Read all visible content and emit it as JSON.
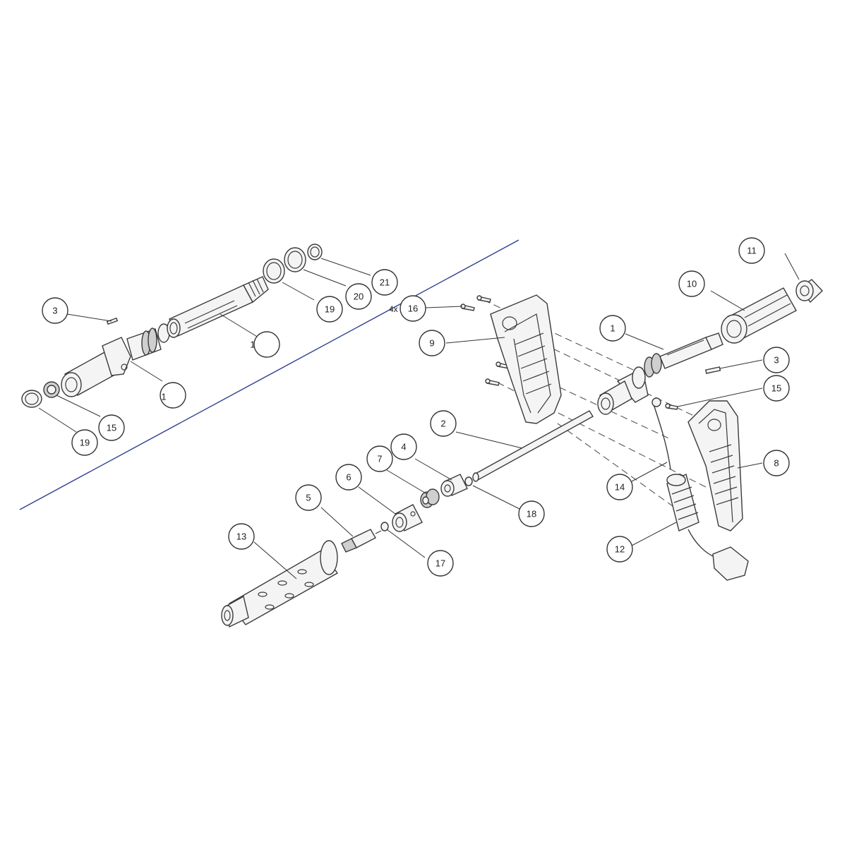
{
  "colors": {
    "divider": "#2f3f8f",
    "line": "#333333",
    "part_fill": "#f4f4f4"
  },
  "quantity_prefix": "4x",
  "callouts": {
    "c1_detail_top": "1",
    "c1_detail_bottom": "1",
    "c3_detail": "3",
    "c15_detail": "15",
    "c19_detail_left": "19",
    "c19_detail_right": "19",
    "c20_detail": "20",
    "c21_detail": "21",
    "c1_main": "1",
    "c2": "2",
    "c3_main": "3",
    "c4": "4",
    "c5": "5",
    "c6": "6",
    "c7": "7",
    "c8": "8",
    "c9": "9",
    "c10": "10",
    "c11": "11",
    "c12": "12",
    "c13": "13",
    "c14": "14",
    "c15_main": "15",
    "c16": "16",
    "c17": "17",
    "c18": "18"
  }
}
